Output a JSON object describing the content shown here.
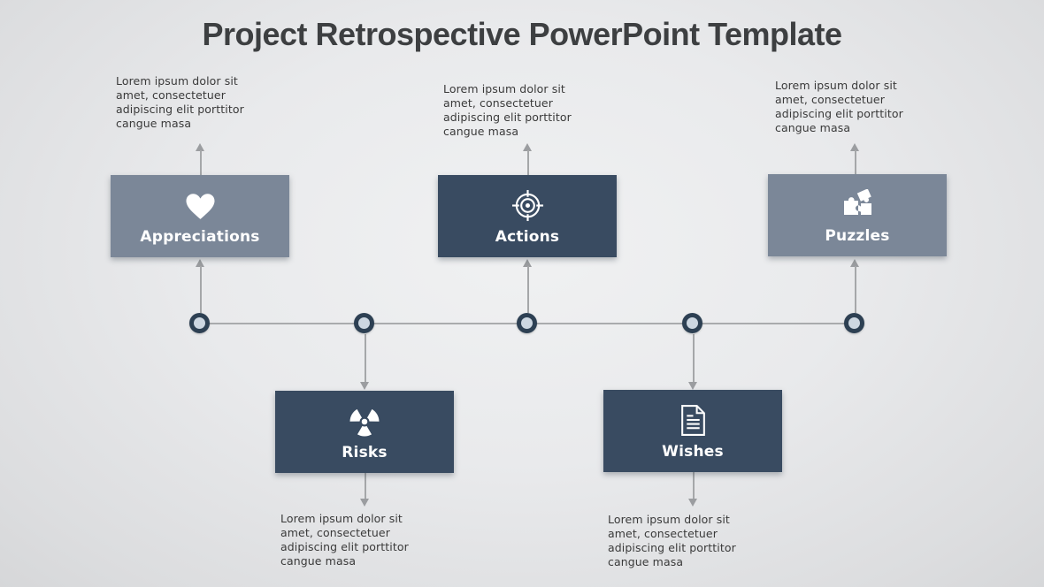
{
  "slide": {
    "title": "Project Retrospective PowerPoint Template"
  },
  "nodes": [
    {
      "label": "Appreciations",
      "icon": "heart-icon",
      "tone": "light",
      "position": "top",
      "description": "Lorem ipsum dolor sit amet, consectetuer adipiscing elit porttitor cangue masa"
    },
    {
      "label": "Risks",
      "icon": "radiation-icon",
      "tone": "dark",
      "position": "bottom",
      "description": "Lorem ipsum dolor sit amet, consectetuer adipiscing elit porttitor cangue masa"
    },
    {
      "label": "Actions",
      "icon": "target-icon",
      "tone": "dark",
      "position": "top",
      "description": "Lorem ipsum dolor sit amet, consectetuer adipiscing elit porttitor cangue masa"
    },
    {
      "label": "Wishes",
      "icon": "document-icon",
      "tone": "dark",
      "position": "bottom",
      "description": "Lorem ipsum dolor sit amet, consectetuer adipiscing elit porttitor cangue masa"
    },
    {
      "label": "Puzzles",
      "icon": "puzzle-icon",
      "tone": "light",
      "position": "top",
      "description": "Lorem ipsum dolor sit amet, consectetuer adipiscing elit porttitor cangue masa"
    }
  ],
  "colors": {
    "box_light": "#7b8798",
    "box_dark": "#394b61",
    "circle_ring": "#2d4053",
    "circle_fill": "#cdd7e1",
    "connector": "#a5a7a9",
    "title_text": "#3d3f41",
    "body_text": "#3a3a3a",
    "label_text": "#ffffff"
  }
}
